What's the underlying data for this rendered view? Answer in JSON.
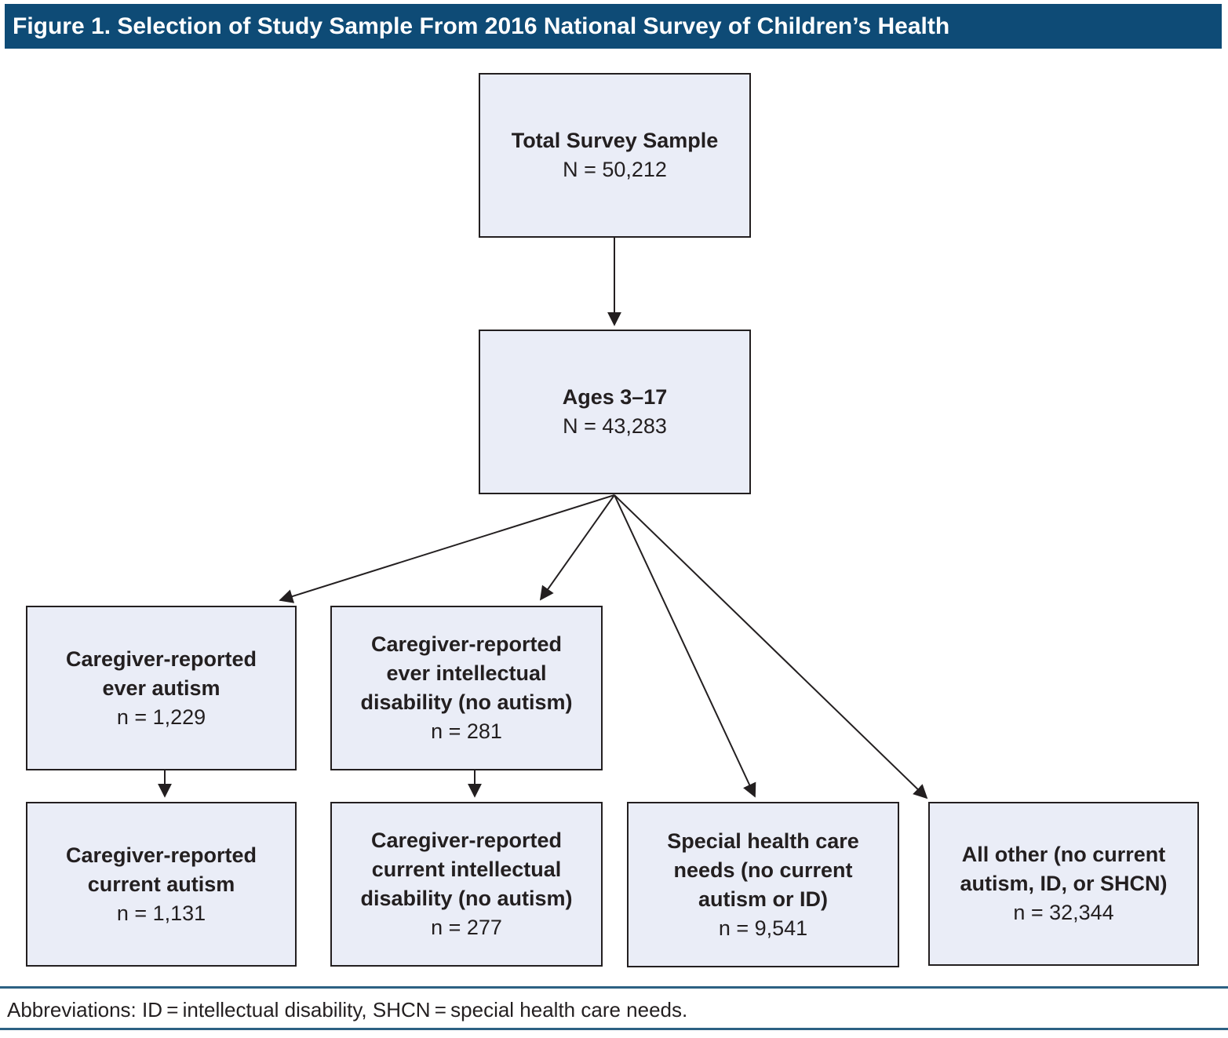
{
  "title": "Figure 1. Selection of Study Sample From 2016 National Survey of Children’s Health",
  "footer": {
    "abbreviations": "Abbreviations: ID = intellectual disability, SHCN = special health care needs."
  },
  "colors": {
    "header_bg": "#0E4B76",
    "box_fill": "#EAEDF7",
    "box_border": "#231F20",
    "arrow": "#231F20",
    "rule": "#2C6183"
  },
  "flowchart": {
    "boxes": [
      {
        "id": "total-survey-sample",
        "lines": [
          "Total Survey Sample"
        ],
        "n": "N = 50,212"
      },
      {
        "id": "ages-3-17",
        "lines": [
          "Ages 3–17"
        ],
        "n": "N = 43,283"
      },
      {
        "id": "ever-autism",
        "lines": [
          "Caregiver-reported",
          "ever autism"
        ],
        "n": "n = 1,229"
      },
      {
        "id": "ever-intellectual-disability",
        "lines": [
          "Caregiver-reported",
          "ever intellectual",
          "disability (no autism)"
        ],
        "n": "n = 281"
      },
      {
        "id": "current-autism",
        "lines": [
          "Caregiver-reported",
          "current autism"
        ],
        "n": "n = 1,131"
      },
      {
        "id": "current-intellectual-disability",
        "lines": [
          "Caregiver-reported",
          "current intellectual",
          "disability (no autism)"
        ],
        "n": "n = 277"
      },
      {
        "id": "special-health-care-needs",
        "lines": [
          "Special health care",
          "needs (no current",
          "autism or ID)"
        ],
        "n": "n = 9,541"
      },
      {
        "id": "all-other",
        "lines": [
          "All other (no current",
          "autism, ID, or SHCN)"
        ],
        "n": "n = 32,344"
      }
    ],
    "edges": [
      {
        "from": "total-survey-sample",
        "to": "ages-3-17"
      },
      {
        "from": "ages-3-17",
        "to": "ever-autism"
      },
      {
        "from": "ages-3-17",
        "to": "ever-intellectual-disability"
      },
      {
        "from": "ages-3-17",
        "to": "special-health-care-needs"
      },
      {
        "from": "ages-3-17",
        "to": "all-other"
      },
      {
        "from": "ever-autism",
        "to": "current-autism"
      },
      {
        "from": "ever-intellectual-disability",
        "to": "current-intellectual-disability"
      }
    ]
  }
}
